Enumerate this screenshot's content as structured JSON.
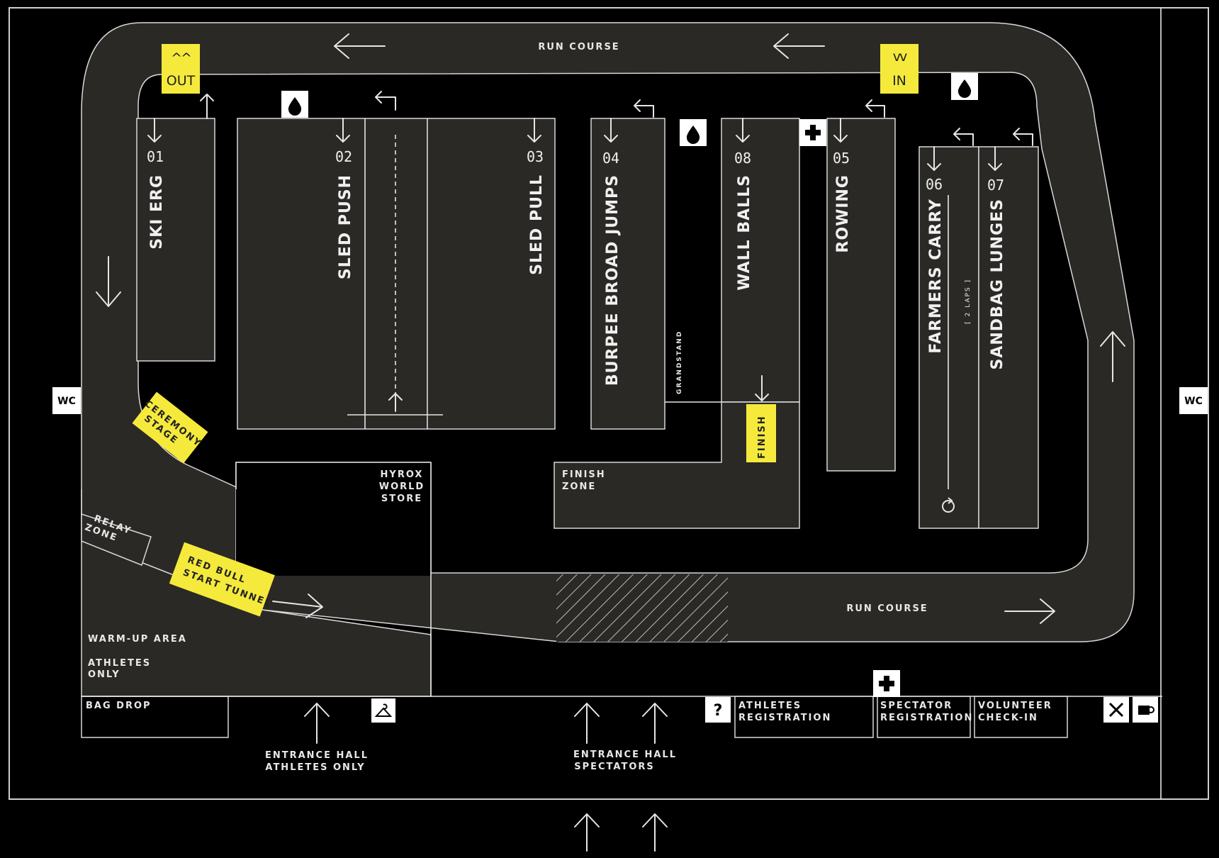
{
  "run_course_top": "RUN COURSE",
  "run_course_bottom": "RUN COURSE",
  "out_label": "OUT",
  "out_chevrons": "^^",
  "in_label": "IN",
  "in_chevrons": "vv",
  "stations": [
    {
      "num": "01",
      "name": "SKI ERG"
    },
    {
      "num": "02",
      "name": "SLED PUSH"
    },
    {
      "num": "03",
      "name": "SLED PULL"
    },
    {
      "num": "04",
      "name": "BURPEE BROAD JUMPS"
    },
    {
      "num": "08",
      "name": "WALL BALLS"
    },
    {
      "num": "05",
      "name": "ROWING"
    },
    {
      "num": "06",
      "name": "FARMERS CARRY"
    },
    {
      "num": "07",
      "name": "SANDBAG LUNGES"
    }
  ],
  "farmers_laps": "[ 2 LAPS ]",
  "grandstand": "GRANDSTAND",
  "finish_sign": "FINISH",
  "finish_zone": [
    "FINISH",
    "ZONE"
  ],
  "hyrox_store": [
    "HYROX",
    "WORLD",
    "STORE"
  ],
  "ceremony_stage": [
    "CEREMONY",
    "STAGE"
  ],
  "relay_zone": [
    "RELAY",
    "ZONE"
  ],
  "start_tunnel": [
    "RED BULL",
    "START TUNNEL"
  ],
  "warmup": "WARM-UP AREA",
  "athletes_only": [
    "ATHLETES",
    "ONLY"
  ],
  "bag_drop": "BAG DROP",
  "entrance_athletes": [
    "ENTRANCE HALL",
    "ATHLETES ONLY"
  ],
  "entrance_spectators": [
    "ENTRANCE HALL",
    "SPECTATORS"
  ],
  "athletes_registration": [
    "ATHLETES",
    "REGISTRATION"
  ],
  "spectator_registration": [
    "SPECTATOR",
    "REGISTRATION"
  ],
  "volunteer_checkin": [
    "VOLUNTEER",
    "CHECK-IN"
  ],
  "wc_left": "WC",
  "wc_right": "WC",
  "info_symbol": "?",
  "colors": {
    "background": "#000000",
    "floor": "#2b2926",
    "accent_yellow": "#f5ea3c",
    "line": "#e6e6e6"
  },
  "icons": [
    "water-drop-icon",
    "first-aid-icon",
    "hanger-icon",
    "question-icon",
    "food-icon",
    "coffee-icon",
    "wc-icon",
    "refresh-icon"
  ]
}
